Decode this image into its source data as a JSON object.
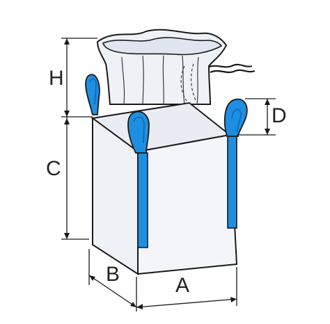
{
  "diagram": {
    "dimension_labels": {
      "height_top": "H",
      "loop_height": "D",
      "body_height": "C",
      "depth": "B",
      "width": "A"
    },
    "colors": {
      "outline": "#1a1a1a",
      "strap": "#1e8fe0",
      "strap_dark": "#0f6fbf",
      "bag_fill": "#f2f4f8",
      "bag_inner": "#dfe5ee",
      "bag_top_fill": "#e9edf3"
    }
  }
}
